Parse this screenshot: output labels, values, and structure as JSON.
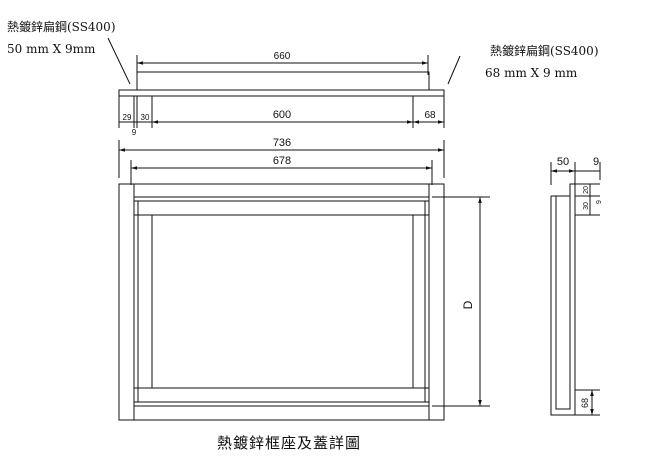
{
  "callouts": {
    "left_material": "熱鍍鋅扁鋼(SS400)",
    "left_size": "50 mm X 9mm",
    "right_material": "熱鍍鋅扁鋼(SS400)",
    "right_size": "68 mm X 9 mm"
  },
  "top_view": {
    "dim_overall_top": "660",
    "dim_inner": "600",
    "dim_left_29": "29",
    "dim_left_30": "30",
    "dim_left_9": "9",
    "dim_right_68": "68"
  },
  "front_view": {
    "dim_outer": "736",
    "dim_inner": "678",
    "dim_height": "D"
  },
  "side_view": {
    "dim_width": "50",
    "dim_thick": "9",
    "dim_20": "20",
    "dim_30": "30",
    "dim_9": "9",
    "dim_68": "68"
  },
  "title": "熱鍍鋅框座及蓋詳圖"
}
